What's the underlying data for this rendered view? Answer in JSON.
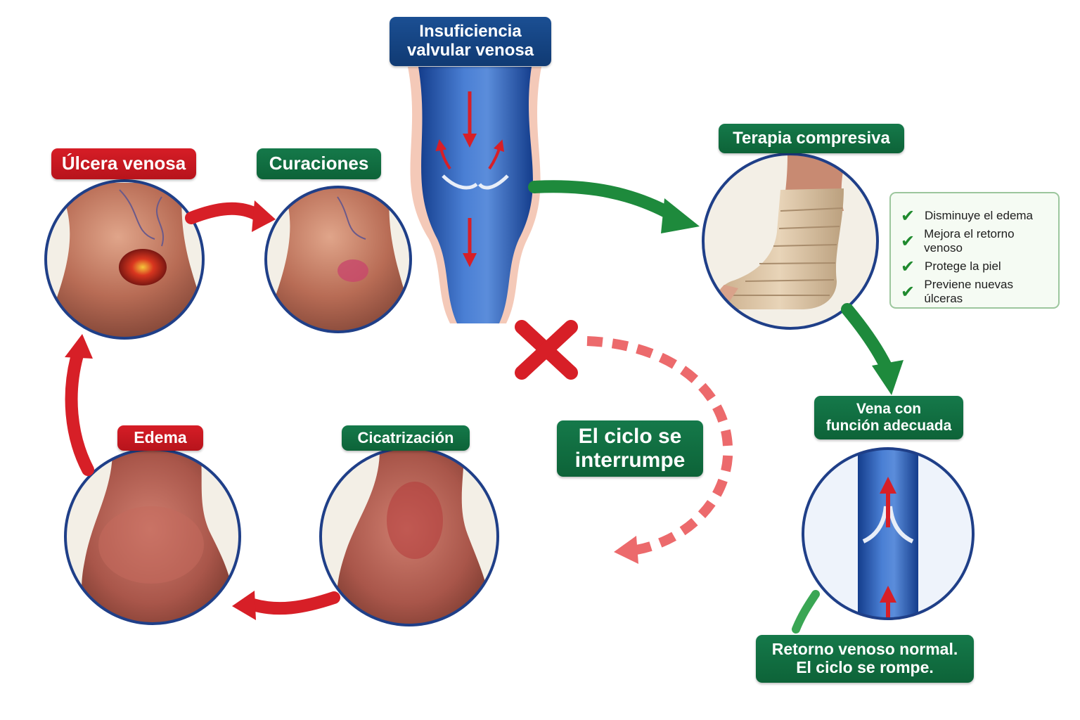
{
  "stages": {
    "ulcer": "Úlcera venosa",
    "healing": "Curaciones",
    "scarring": "Cicatrización",
    "edema": "Edema"
  },
  "insufficiency": {
    "line1": "Insuficiencia",
    "line2": "valvular venosa"
  },
  "therapy": "Terapia compresiva",
  "benefits": [
    "Disminuye el edema",
    "Mejora el retorno venoso",
    "Protege la piel",
    "Previene nuevas úlceras"
  ],
  "healthy_vein": {
    "line1": "Vena con",
    "line2": "función adecuada"
  },
  "cycle_interrupted": {
    "line1": "El ciclo se",
    "line2": "interrumpe"
  },
  "normal_return": {
    "line1": "Retorno venoso normal.",
    "line2": "El ciclo se rompe."
  },
  "icons": {
    "check": "✔",
    "cross": "✕"
  },
  "colors": {
    "red": "#c8161f",
    "green": "#0f6d3f",
    "blue": "#17457f",
    "vein_blue": "#2d5bb5"
  }
}
